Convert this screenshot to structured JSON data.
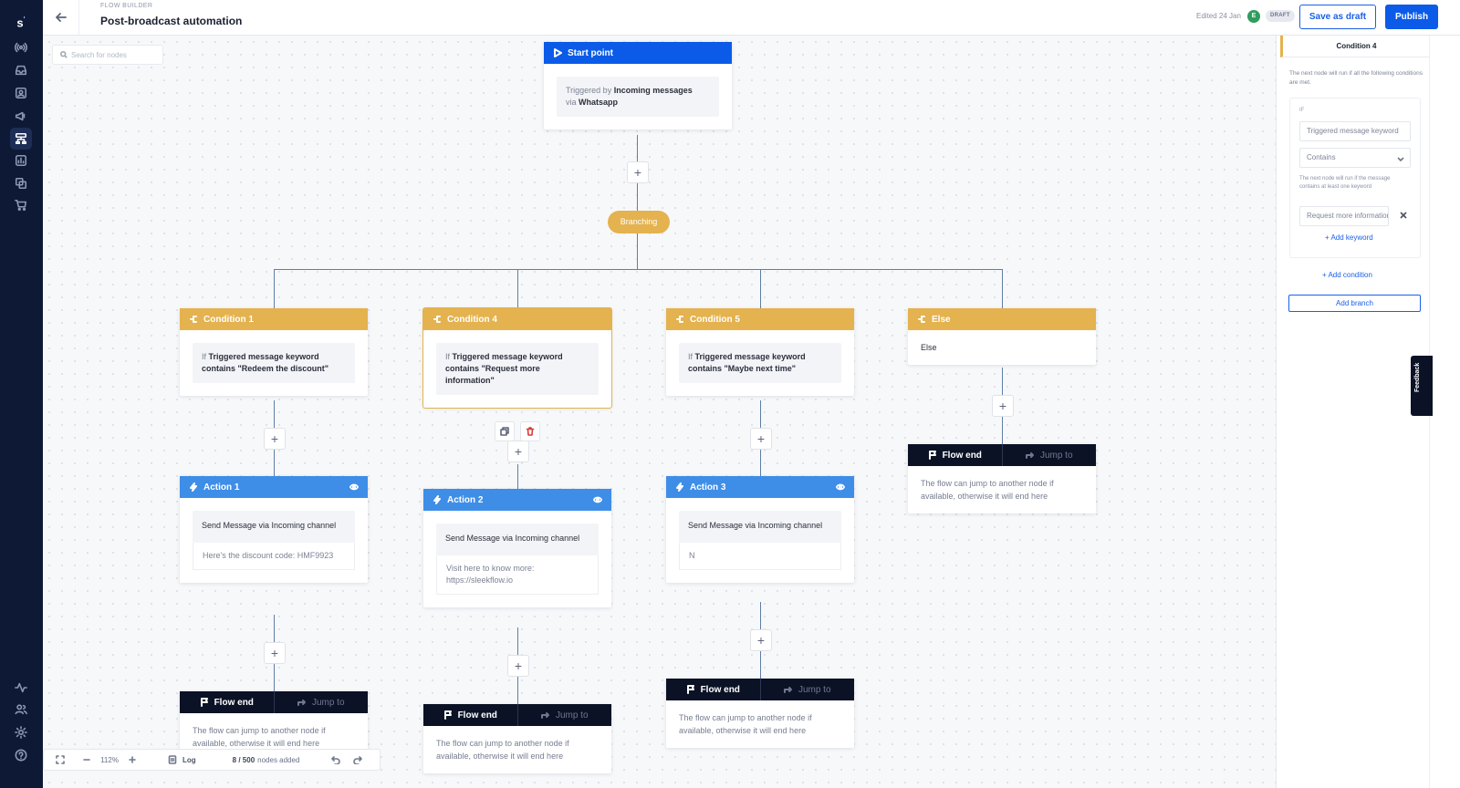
{
  "app": {
    "logo": "s",
    "logo_mark": "'"
  },
  "header": {
    "breadcrumb": "FLOW BUILDER",
    "title": "Post-broadcast automation",
    "edited": "Edited 24 Jan",
    "editor_initial": "E",
    "status_badge": "DRAFT",
    "save_draft_label": "Save as draft",
    "publish_label": "Publish"
  },
  "canvas": {
    "search_placeholder": "Search for nodes",
    "start": {
      "title": "Start point",
      "pre": "Triggered by",
      "trigger": "Incoming messages",
      "via": "via",
      "channel": "Whatsapp"
    },
    "branching_label": "Branching",
    "plus": "+",
    "conditions": [
      {
        "title": "Condition 1",
        "if": "If",
        "rule": "Triggered message keyword contains \"Redeem the discount\""
      },
      {
        "title": "Condition 4",
        "if": "If",
        "rule": "Triggered message keyword contains \"Request more information\""
      },
      {
        "title": "Condition 5",
        "if": "If",
        "rule": "Triggered message keyword contains \"Maybe next time\""
      },
      {
        "title": "Else",
        "body": "Else"
      }
    ],
    "actions": [
      {
        "title": "Action 1",
        "body": "Send Message via Incoming channel",
        "message": "Here's the discount code: HMF9923"
      },
      {
        "title": "Action 2",
        "body": "Send Message via Incoming channel",
        "message": "Visit here to know more: https://sleekflow.io"
      },
      {
        "title": "Action 3",
        "body": "Send Message via Incoming channel",
        "message": "N"
      }
    ],
    "flow_end": {
      "end_label": "Flow end",
      "jump_label": "Jump to",
      "text": "The flow can jump to another node if available, otherwise it will end here",
      "text_cut": "The flow can jump to another node if available, otherwise it will end here"
    }
  },
  "bottombar": {
    "zoom": "112%",
    "log_label": "Log",
    "nodes_count": "8 / 500",
    "nodes_suffix": "nodes added"
  },
  "panel": {
    "tab": "Condition 4",
    "description": "The next node will run if all the following conditions are met.",
    "if_label": "IF",
    "field": "Triggered message keyword",
    "operator": "Contains",
    "hint": "The next node will run if the message contains at least one keyword",
    "keyword_value": "Request more information",
    "add_keyword": "+ Add keyword",
    "add_condition": "+ Add condition",
    "add_branch": "Add branch"
  },
  "feedback_label": "Feedback",
  "colors": {
    "primary": "#0b5be8",
    "condition": "#e4b24e",
    "action": "#3e8ee8",
    "nav": "#0e1a35",
    "flow_end": "#0b1226"
  }
}
